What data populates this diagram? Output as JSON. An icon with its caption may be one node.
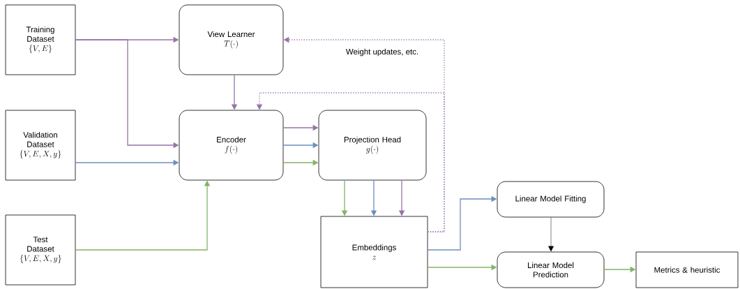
{
  "diagram": {
    "nodes": [
      {
        "text": [
          "Training Dataset",
          "\\{V, E\\}"
        ]
      },
      {
        "text": [
          "View Learner",
          "T(\\cdot)"
        ]
      },
      {
        "text": [
          "Validation Dataset",
          "\\{V, E, X, y\\}"
        ]
      },
      {
        "text": [
          "Encoder",
          "f(\\cdot)"
        ]
      },
      {
        "text": [
          "Projection Head",
          "g(\\cdot)"
        ]
      },
      {
        "text": [
          "Test Dataset",
          "\\{V, E, X, y\\}"
        ]
      },
      {
        "text": [
          "Embeddings",
          "z"
        ]
      },
      {
        "text": [
          "Linear Model Fitting"
        ]
      },
      {
        "text": [
          "Linear Model Prediction"
        ]
      },
      {
        "text": [
          "Metrics & heuristic"
        ]
      }
    ],
    "edges": [
      {
        "from": 0,
        "to": 1,
        "arrow": "to"
      },
      {
        "from": 0,
        "to": 3,
        "arrow": "to"
      },
      {
        "from": 2,
        "to": 3,
        "arrow": "to",
        "color": "#6c8ebf"
      },
      {
        "from": 5,
        "to": 3,
        "arrow": "to",
        "color": "#82b366"
      },
      {
        "from": 1,
        "to": 3,
        "arrow": "to"
      },
      {
        "from": 3,
        "to": 4,
        "arrow": "to"
      },
      {
        "from": 3,
        "to": 4,
        "arrow": "to",
        "color": "#6c8ebf"
      },
      {
        "from": 3,
        "to": 4,
        "arrow": "to",
        "color": "#82b366"
      },
      {
        "from": 4,
        "to": 6,
        "arrow": "to",
        "color": "#82b366"
      },
      {
        "from": 4,
        "to": 6,
        "arrow": "to",
        "color": "#6c8ebf"
      },
      {
        "from": 4,
        "to": 6,
        "arrow": "to"
      },
      {
        "from": 6,
        "to": 1,
        "arrow": "to",
        "style": "dashed",
        "label": "Weight updates, etc."
      },
      {
        "from": 6,
        "to": 3,
        "arrow": "to",
        "style": "dashed"
      },
      {
        "from": 6,
        "to": 7,
        "arrow": "to",
        "color": "#6c8ebf"
      },
      {
        "from": 6,
        "to": 8,
        "arrow": "to",
        "color": "#82b366"
      },
      {
        "from": 7,
        "to": 8,
        "arrow": "to",
        "color": "#000000"
      },
      {
        "from": 8,
        "to": 9,
        "arrow": "to",
        "color": "#82b366"
      }
    ]
  }
}
